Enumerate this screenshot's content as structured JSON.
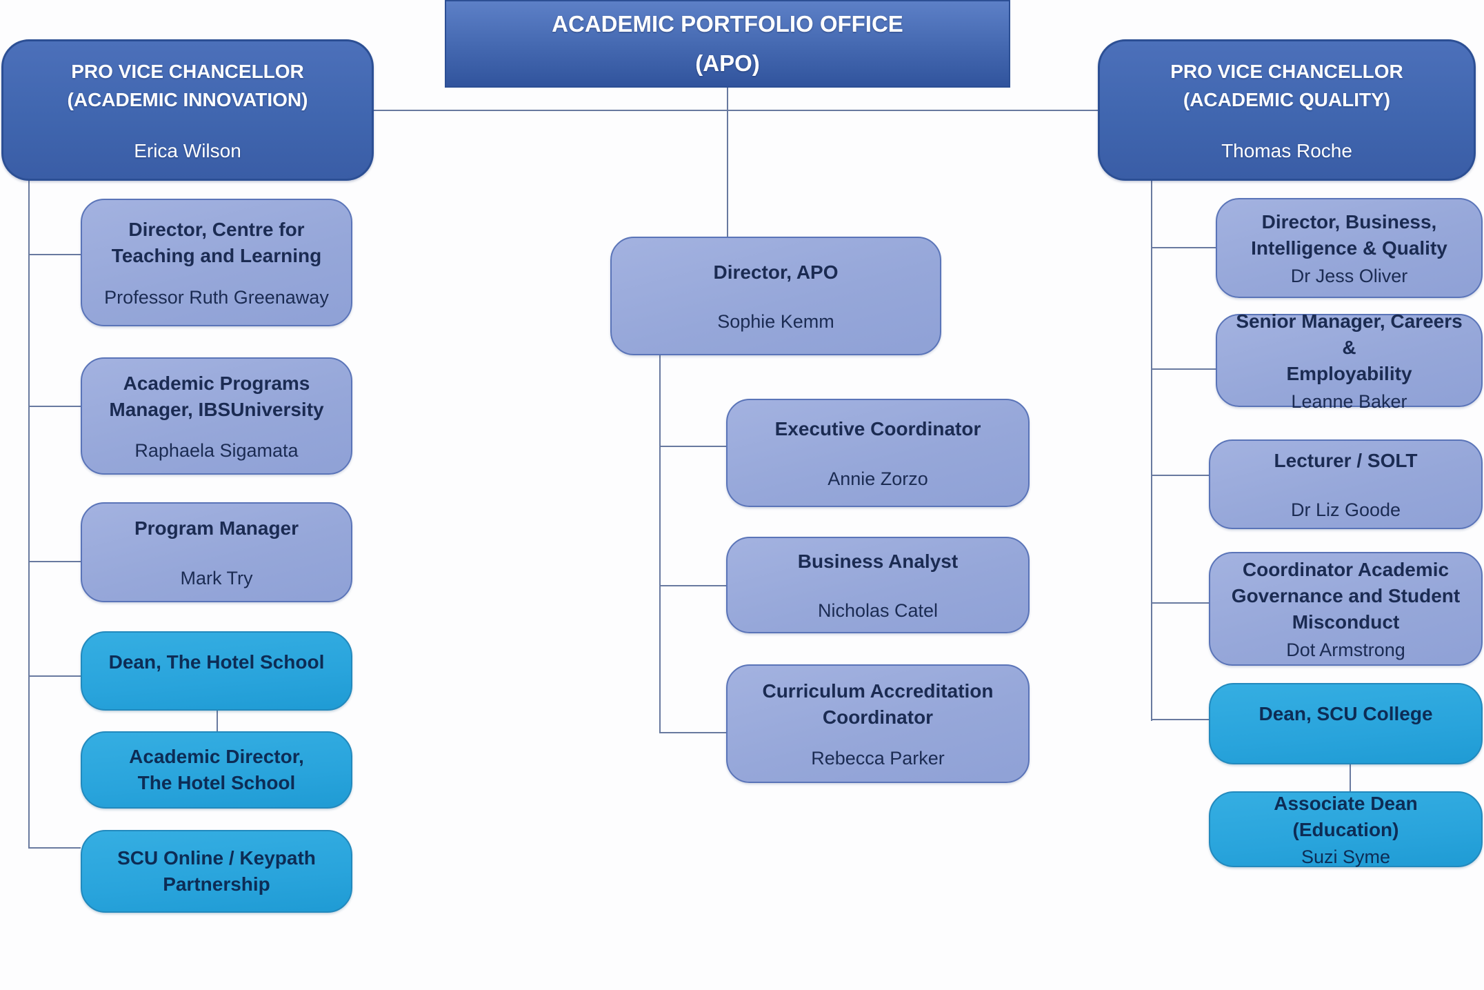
{
  "chart_title": "ACADEMIC PORTFOLIO OFFICE (APO) organisational chart",
  "colors": {
    "dark_blue_fill": "#4066af",
    "dark_blue_border": "#2c4f94",
    "light_periwinkle_fill": "#96a7d9",
    "light_border": "#5a74b8",
    "cyan_fill": "#29a4dc",
    "cyan_border": "#2289bd",
    "text_on_dark": "#ffffff",
    "text_on_light": "#1b2b52",
    "text_on_cyan": "#0d2c55",
    "connector_line": "#68799f",
    "background": "#fdfdfe"
  },
  "nodes": {
    "apo_root": {
      "title": "ACADEMIC PORTFOLIO OFFICE\n(APO)"
    },
    "pvc_innovation": {
      "title": "PRO VICE CHANCELLOR\n(ACADEMIC INNOVATION)",
      "name": "Erica Wilson"
    },
    "pvc_quality": {
      "title": "PRO VICE CHANCELLOR\n(ACADEMIC QUALITY)",
      "name": "Thomas Roche"
    },
    "director_ctl": {
      "title": "Director, Centre for\nTeaching and Learning",
      "name": "Professor Ruth Greenaway"
    },
    "apm_ibs": {
      "title": "Academic Programs\nManager, IBSUniversity",
      "name": "Raphaela Sigamata"
    },
    "program_manager": {
      "title": "Program Manager",
      "name": "Mark Try"
    },
    "dean_hotel": {
      "title": "Dean, The Hotel School"
    },
    "acad_dir_hotel": {
      "title": "Academic Director,\nThe Hotel School"
    },
    "scu_online": {
      "title": "SCU Online / Keypath\nPartnership"
    },
    "director_apo": {
      "title": "Director, APO",
      "name": "Sophie Kemm"
    },
    "exec_coord": {
      "title": "Executive Coordinator",
      "name": "Annie Zorzo"
    },
    "business_analyst": {
      "title": "Business Analyst",
      "name": "Nicholas Catel"
    },
    "curriculum_coord": {
      "title": "Curriculum Accreditation\nCoordinator",
      "name": "Rebecca Parker"
    },
    "director_biq": {
      "title": "Director, Business,\nIntelligence & Quality",
      "name": "Dr Jess Oliver"
    },
    "snr_mgr_careers": {
      "title": "Senior Manager, Careers &\nEmployability",
      "name": "Leanne Baker"
    },
    "lecturer_solt": {
      "title": "Lecturer / SOLT",
      "name": "Dr Liz Goode"
    },
    "coord_governance": {
      "title": "Coordinator Academic\nGovernance and Student\nMisconduct",
      "name": "Dot Armstrong"
    },
    "dean_scu": {
      "title": "Dean, SCU College"
    },
    "assoc_dean_edu": {
      "title": "Associate Dean (Education)",
      "name": "Suzi Syme"
    }
  }
}
